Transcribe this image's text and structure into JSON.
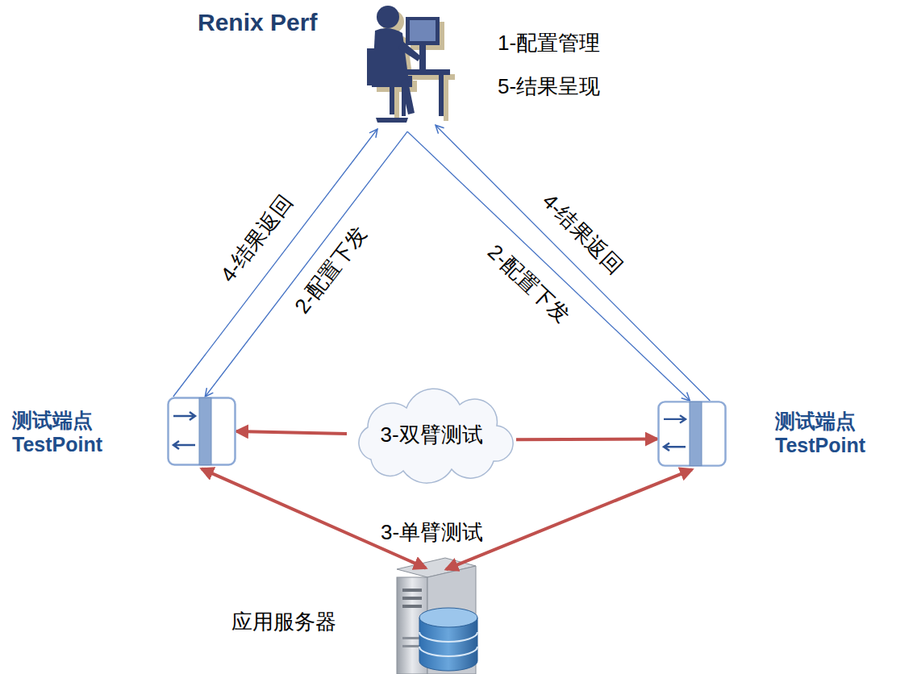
{
  "diagram": {
    "nodes": [
      {
        "text": [
          "Renix Perf"
        ]
      },
      {
        "text": [
          "测试端点 TestPoint"
        ]
      },
      {
        "text": [
          "3-双臂测试"
        ]
      },
      {
        "text": [
          "测试端点 TestPoint"
        ]
      },
      {
        "text": [
          "应用服务器"
        ]
      }
    ],
    "edges": [
      {
        "from": 0,
        "to": 1,
        "arrow": "to",
        "label": "2-配置下发"
      },
      {
        "from": 1,
        "to": 0,
        "arrow": "to",
        "label": "4-结果返回"
      },
      {
        "from": 0,
        "to": 3,
        "arrow": "to",
        "label": "2-配置下发"
      },
      {
        "from": 3,
        "to": 0,
        "arrow": "to",
        "label": "4-结果返回"
      },
      {
        "from": 2,
        "to": 1,
        "arrow": "to"
      },
      {
        "from": 2,
        "to": 3,
        "arrow": "to"
      },
      {
        "from": 1,
        "to": 4,
        "arrow": "both"
      },
      {
        "from": 3,
        "to": 4,
        "arrow": "both"
      }
    ],
    "labels": [
      "1-配置管理",
      "5-结果呈现",
      "3-单臂测试"
    ]
  }
}
